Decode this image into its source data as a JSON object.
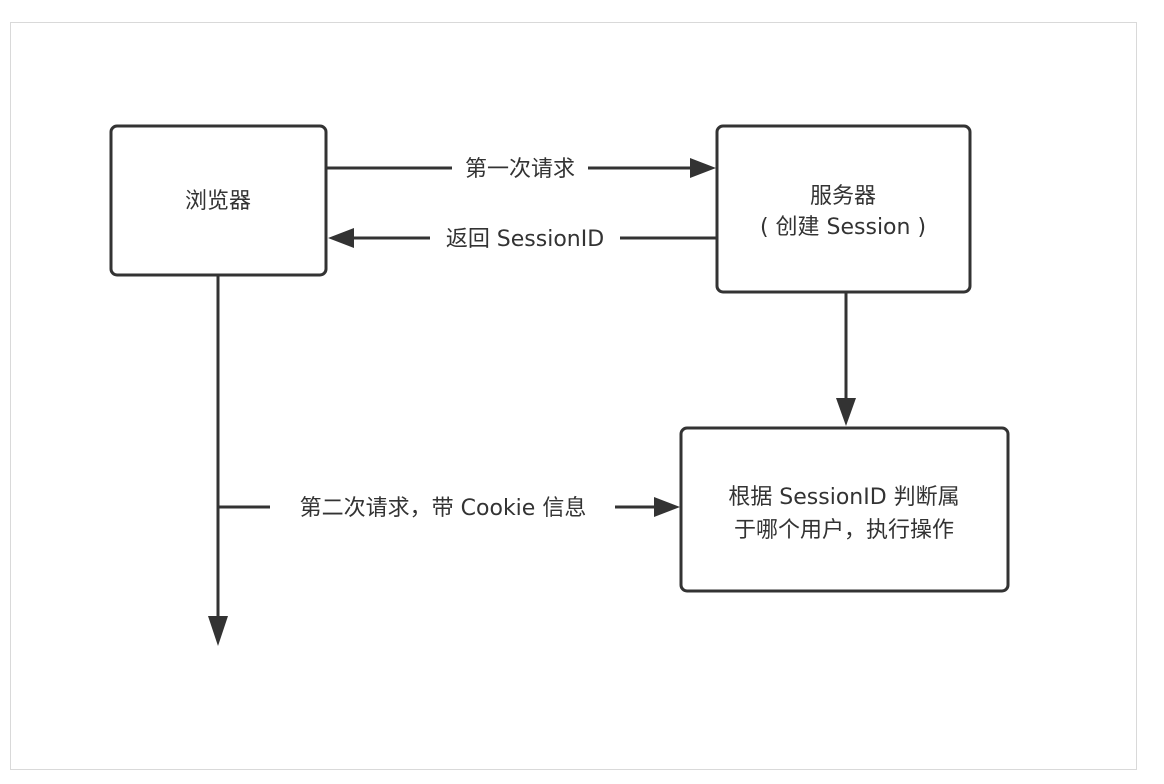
{
  "nodes": {
    "browser": {
      "label": "浏览器"
    },
    "server": {
      "line1": "服务器",
      "line2": "( 创建 Session )"
    },
    "handler": {
      "line1": "根据 SessionID 判断属",
      "line2": "于哪个用户，执行操作"
    }
  },
  "edges": {
    "first_request": {
      "label": "第一次请求"
    },
    "return_session": {
      "label": "返回 SessionID"
    },
    "second_request": {
      "label": "第二次请求，带 Cookie 信息"
    }
  }
}
